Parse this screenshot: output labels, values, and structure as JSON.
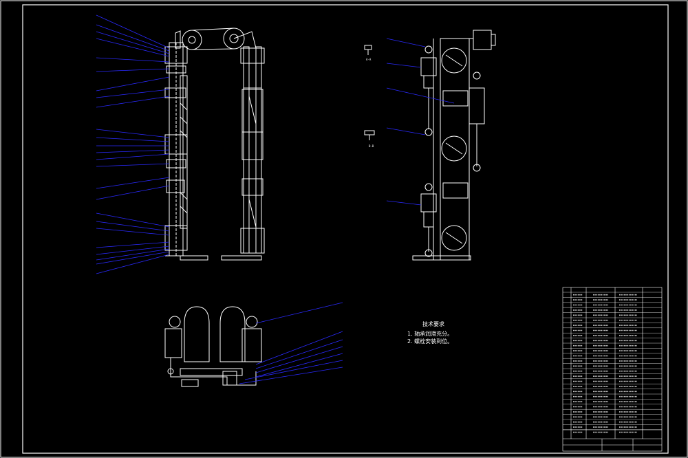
{
  "colors": {
    "background": "#000000",
    "linework": "#ffffff",
    "leaders": "#2222ff"
  },
  "section_labels": {
    "a_a": "A-A",
    "b_b": "B-B"
  },
  "technical_requirements": {
    "title": "技术要求",
    "items": [
      "1. 轴承润滑充分。",
      "2. 螺栓安装到位。"
    ]
  }
}
